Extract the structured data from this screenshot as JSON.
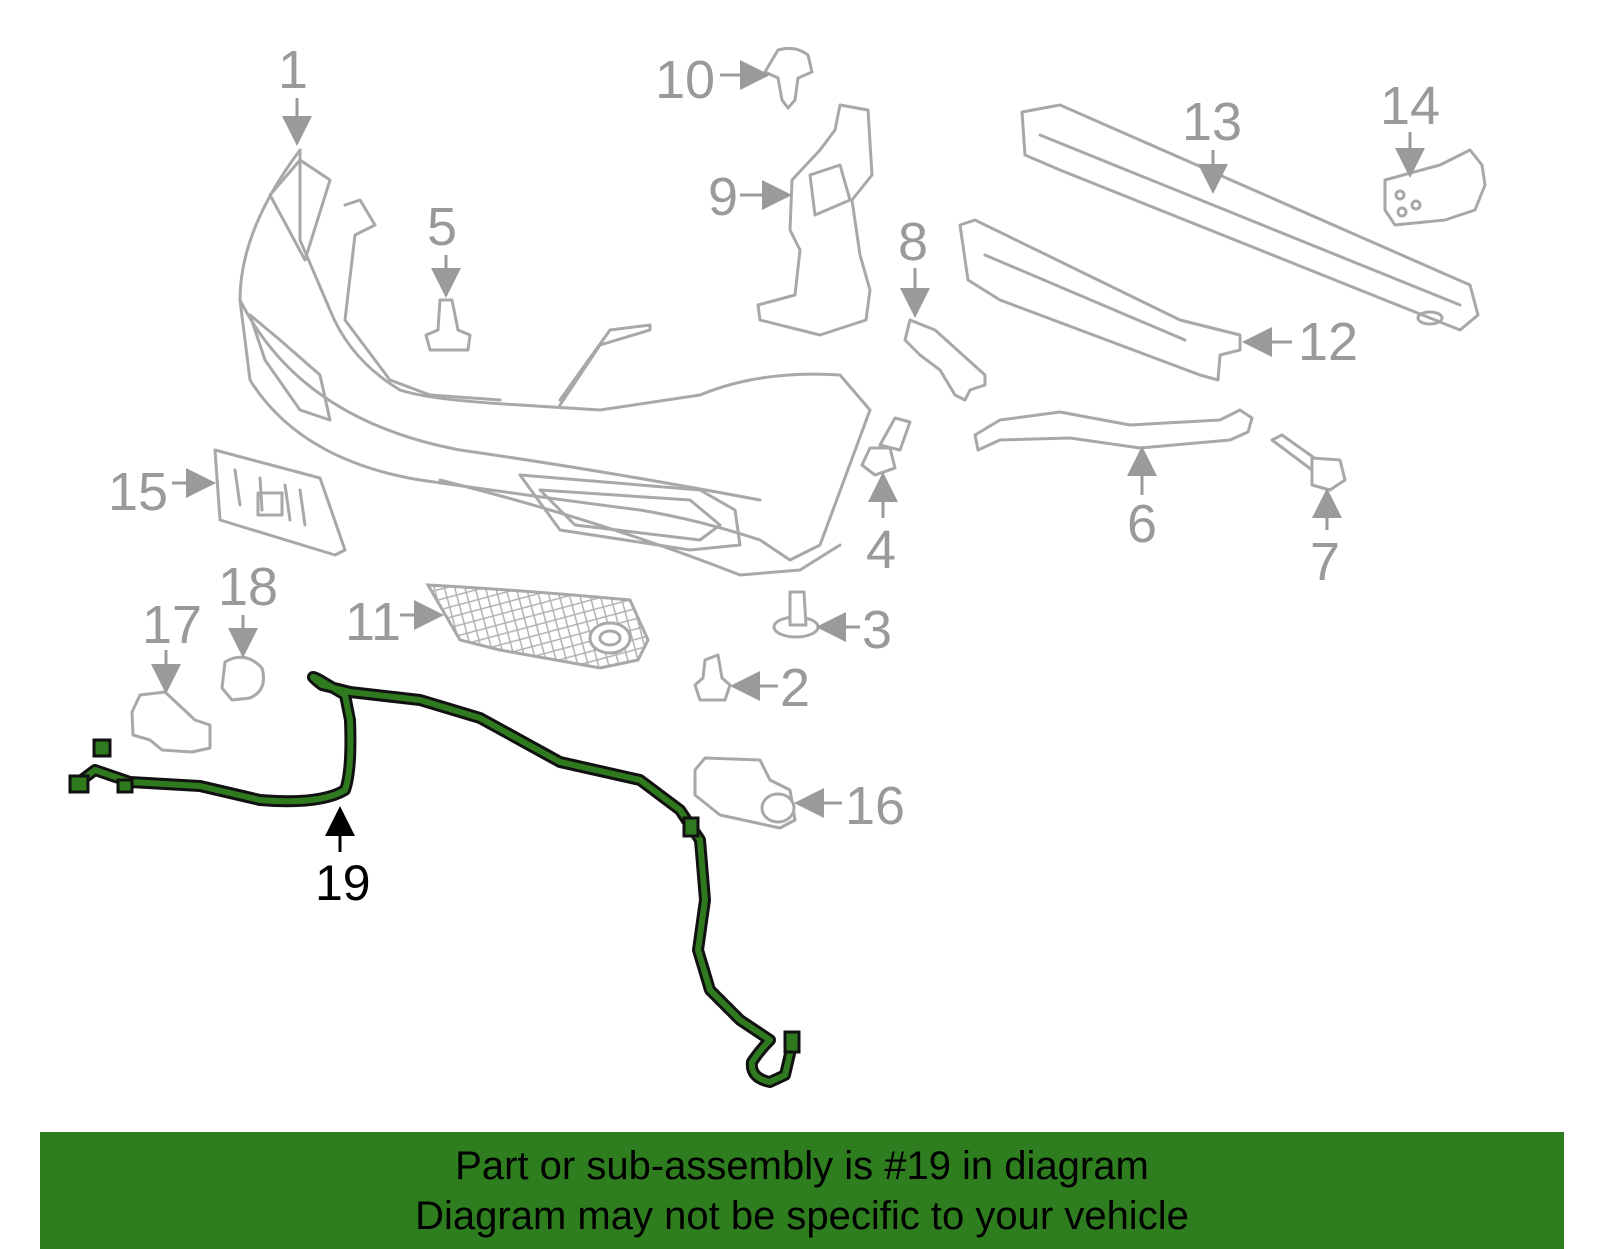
{
  "callouts": {
    "c1": "1",
    "c2": "2",
    "c3": "3",
    "c4": "4",
    "c5": "5",
    "c6": "6",
    "c7": "7",
    "c8": "8",
    "c9": "9",
    "c10": "10",
    "c11": "11",
    "c12": "12",
    "c13": "13",
    "c14": "14",
    "c15": "15",
    "c16": "16",
    "c17": "17",
    "c18": "18",
    "c19": "19"
  },
  "highlighted_part": "19",
  "colors": {
    "highlight": "#2f7a1f",
    "banner": "#2e7d1e",
    "parts": "#a8a8a8",
    "labels": "#9a9a9a"
  },
  "banner": {
    "line1": "Part or sub-assembly is #19 in diagram",
    "line2": "Diagram may not be specific to your vehicle"
  }
}
